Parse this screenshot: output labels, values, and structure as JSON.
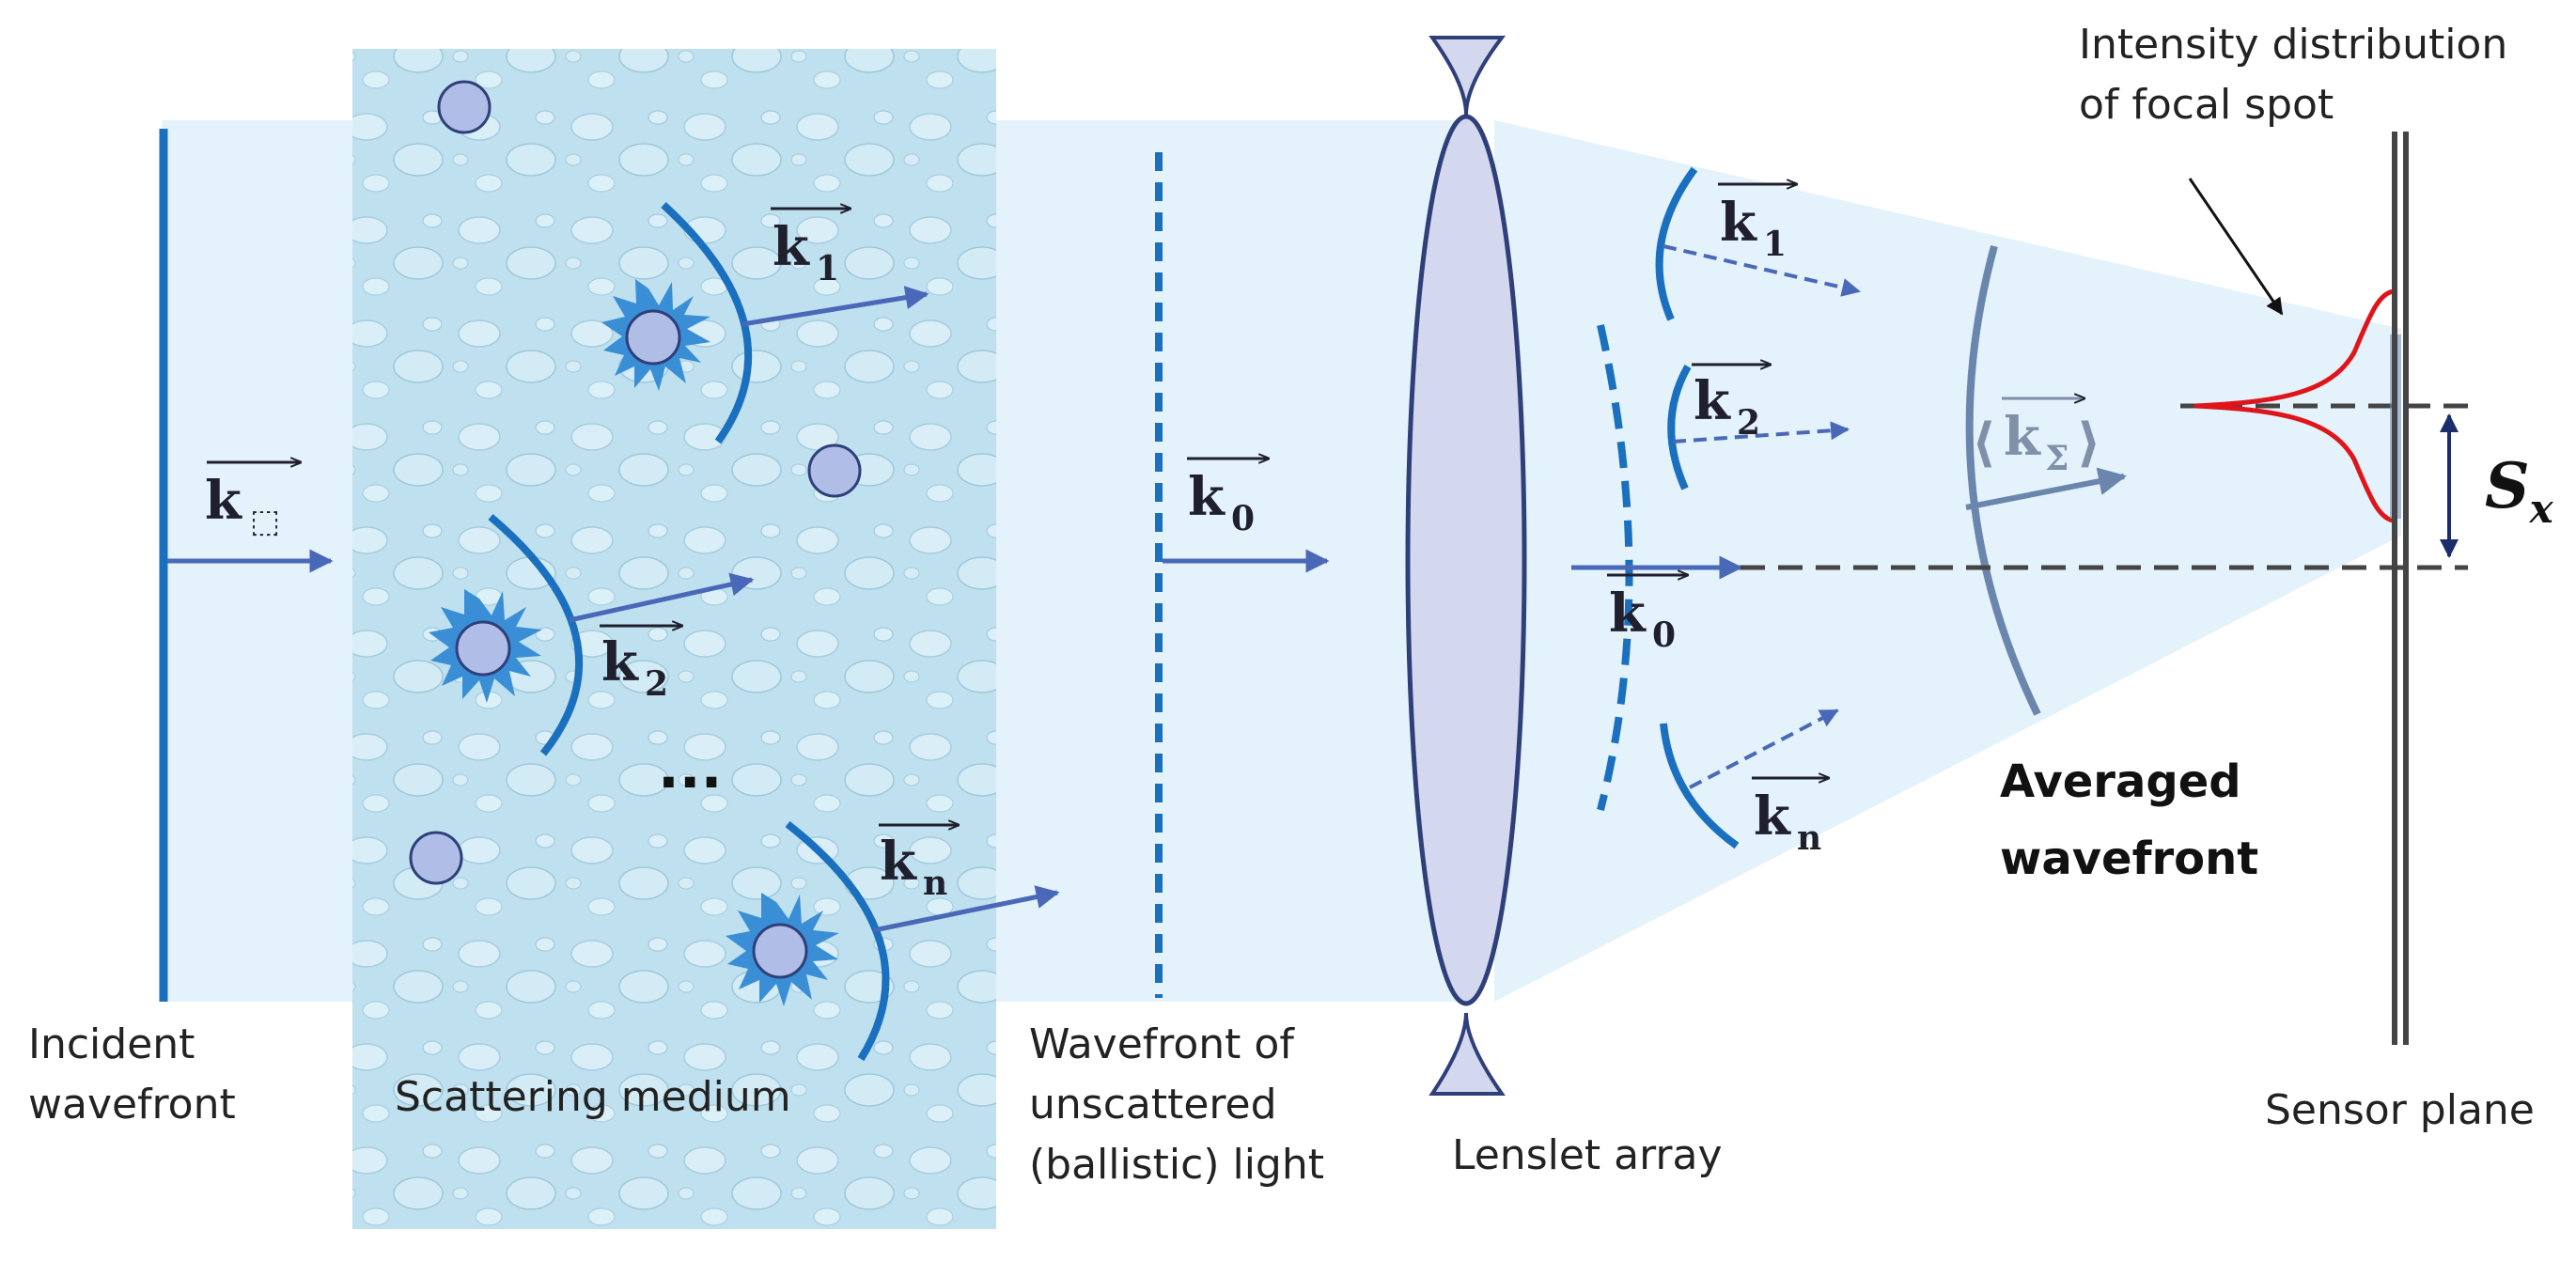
{
  "labels": {
    "incident_wavefront": [
      "Incident",
      "wavefront"
    ],
    "scattering_medium": "Scattering medium",
    "unscattered_wavefront": [
      "Wavefront of",
      "unscattered",
      "(ballistic) light"
    ],
    "lenslet_array": "Lenslet array",
    "intensity_distribution": [
      "Intensity distribution",
      "of focal spot"
    ],
    "averaged_wavefront": [
      "Averaged",
      "wavefront"
    ],
    "sensor_plane": "Sensor plane",
    "shift": "S",
    "shift_sub": "x",
    "ellipsis": "..."
  },
  "vectors": {
    "k_in": {
      "main": "k",
      "sub": "⬚"
    },
    "k1": {
      "main": "k",
      "sub": "1"
    },
    "k2": {
      "main": "k",
      "sub": "2"
    },
    "kn": {
      "main": "k",
      "sub": "n"
    },
    "k0": {
      "main": "k",
      "sub": "0"
    },
    "k1_out": {
      "main": "k",
      "sub": "1"
    },
    "k2_out": {
      "main": "k",
      "sub": "2"
    },
    "k0_out": {
      "main": "k",
      "sub": "0"
    },
    "kn_out": {
      "main": "k",
      "sub": "n"
    },
    "k_sigma": {
      "main": "k",
      "sub": "Σ",
      "left": "⟨",
      "right": "⟩"
    }
  },
  "colors": {
    "light_region": "#e3f2fb",
    "wavefront_blue": "#1a6fbf",
    "arrow_blue": "#4a68b8",
    "lens_fill": "#d4d8ee",
    "lens_stroke": "#2e3f7a",
    "gaussian": "#e0141b",
    "averaged_wavefront": "#6a86ad",
    "sensor": "#444444",
    "medium": "#b8dcea"
  }
}
